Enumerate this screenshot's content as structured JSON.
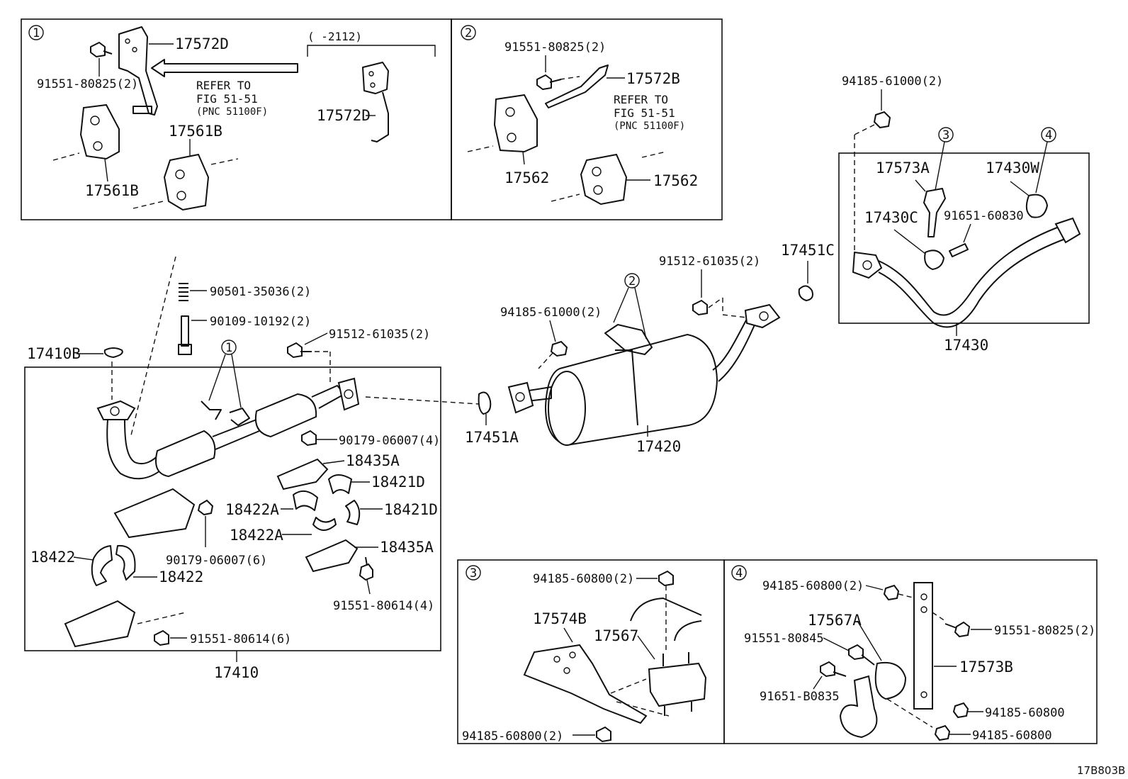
{
  "labels": {
    "sec1_num": "1",
    "sec2_num": "2",
    "sec3_num": "3",
    "sec4_num": "4",
    "p17572D_a": "17572D",
    "p17572D_b": "17572D",
    "p91551_80825_s1": "91551-80825(2)",
    "p91551_80825_s2": "91551-80825(2)",
    "p91551_80825_s4": "91551-80825(2)",
    "refer1_a": "REFER TO",
    "refer1_b": "FIG 51-51",
    "refer1_c": "(PNC 51100F)",
    "refer2_a": "REFER TO",
    "refer2_b": "FIG 51-51",
    "refer2_c": "(PNC 51100F)",
    "date_range": "(   -2112)",
    "p17561B_a": "17561B",
    "p17561B_b": "17561B",
    "p17572B": "17572B",
    "p17562_a": "17562",
    "p17562_b": "17562",
    "p94185_61000_a": "94185-61000(2)",
    "p94185_61000_b": "94185-61000(2)",
    "p17573A": "17573A",
    "p17430W": "17430W",
    "p17430C": "17430C",
    "p91651_60830": "91651-60830",
    "p17430": "17430",
    "p17451C": "17451C",
    "p91512_61035_a": "91512-61035(2)",
    "p91512_61035_b": "91512-61035(2)",
    "p90501_35036": "90501-35036(2)",
    "p90109_10192": "90109-10192(2)",
    "p17410B": "17410B",
    "p90179_06007_4": "90179-06007(4)",
    "p18435A_a": "18435A",
    "p18435A_b": "18435A",
    "p18421D_a": "18421D",
    "p18421D_b": "18421D",
    "p18422A_a": "18422A",
    "p18422A_b": "18422A",
    "p18422_a": "18422",
    "p18422_b": "18422",
    "p90179_06007_6": "90179-06007(6)",
    "p91551_80614_4": "91551-80614(4)",
    "p91551_80614_6": "91551-80614(6)",
    "p17410": "17410",
    "p17451A": "17451A",
    "p17420": "17420",
    "p94185_60800_s3a": "94185-60800(2)",
    "p94185_60800_s3b": "94185-60800(2)",
    "p17574B": "17574B",
    "p17567": "17567",
    "p94185_60800_s4a": "94185-60800(2)",
    "p17567A": "17567A",
    "p91551_80845": "91551-80845",
    "p91651_B0835": "91651-B0835",
    "p17573B": "17573B",
    "p94185_60800_s4b": "94185-60800",
    "p94185_60800_s4c": "94185-60800",
    "figure_code": "17B803B"
  }
}
